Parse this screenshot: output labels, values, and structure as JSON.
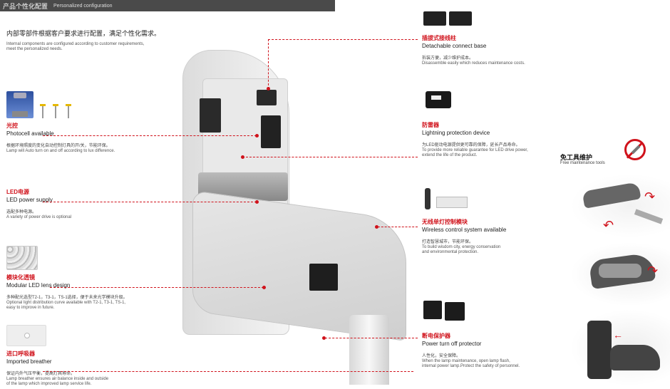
{
  "header": {
    "title_cn": "产品个性化配置",
    "title_en": "Personalized configuration"
  },
  "intro": {
    "cn": "内部零部件根据客户要求进行配置，满足个性化需求。",
    "en1": "Internal components are configured according to customer requirements,",
    "en2": "meet the personalized needs."
  },
  "features": {
    "photocell": {
      "cn": "光控",
      "en": "Photocell available",
      "desc_cn": "根据环境照度的变化自动控制灯具的开/关，节能环保。",
      "desc_en": "Lamp will Auto turn on and off according to lux difference."
    },
    "led_power": {
      "cn": "LED电源",
      "en": "LED power supply",
      "desc_cn": "选配多种电源。",
      "desc_en": "A variety of power drive is optional"
    },
    "modular": {
      "cn": "模块化透镜",
      "en": "Modular LED lens design",
      "desc_cn": "多种配光选型T2-1，T3-1，TS-1选择，便于未来光学模块升级。",
      "desc_en1": "Optional light distribution curve available with T2-1, T3-1, TS-1,",
      "desc_en2": "easy to improve in future."
    },
    "breather": {
      "cn": "进口呼吸器",
      "en": "Imported breather",
      "desc_cn": "保证内外气压平衡，提高灯具寿命。",
      "desc_en1": "Lamp breather ensures air balance inside and outside",
      "desc_en2": "of the lamp which improved lamp service life."
    },
    "connect": {
      "cn": "插拔式接线柱",
      "en": "Detachable connect base",
      "desc_cn": "拆装方便，减少维护成本。",
      "desc_en": "Disassemble easily which reduces maintenance costs."
    },
    "lightning": {
      "cn": "防雷器",
      "en": "Lightning protection device",
      "desc_cn": "为LED驱动电源提供更可靠的保障，延长产品寿命。",
      "desc_en1": "To provide more reliable guarantee for LED drive power,",
      "desc_en2": "extend the life of the product."
    },
    "wireless": {
      "cn": "无线单灯控制模块",
      "en": "Wireless control system available",
      "desc_cn": "打造智慧城市，节能环保。",
      "desc_en1": "To build wisdom city, energy conservation",
      "desc_en2": "and environmental protection."
    },
    "protector": {
      "cn": "断电保护器",
      "en": "Power turn off protector",
      "desc_cn": "人性化，安全保障。",
      "desc_en1": "When the lamp maintenance, open lamp flash,",
      "desc_en2": "internal power lamp.Protect the safety of personnel."
    }
  },
  "tools": {
    "cn": "免工具维护",
    "en": "Free maintenance tools"
  },
  "colors": {
    "accent": "#d0121b",
    "header": "#4a4a4a"
  }
}
